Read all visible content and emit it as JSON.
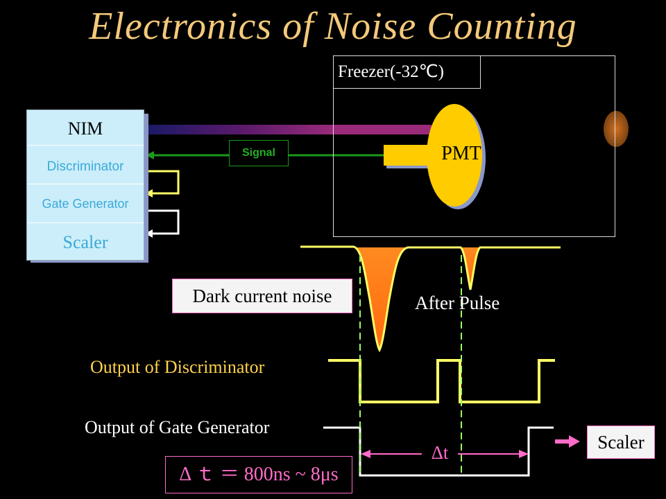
{
  "title": "Electronics of Noise Counting",
  "freezer": {
    "label": "Freezer(-32℃)"
  },
  "pmt": {
    "label": "PMT"
  },
  "nim": {
    "title": "NIM",
    "modules": [
      "Discriminator",
      "Gate Generator",
      "Scaler"
    ]
  },
  "signal": {
    "label": "Signal"
  },
  "waveform": {
    "dark_current_label": "Dark current noise",
    "after_pulse_label": "After Pulse"
  },
  "outputs": {
    "discriminator_label": "Output of  Discriminator",
    "gate_generator_label": "Output of Gate Generator"
  },
  "scaler_target": {
    "label": "Scaler"
  },
  "delta_t": {
    "label": "Δt",
    "formula": "Δ ｔ ＝ 800ns ~ 8μs"
  },
  "colors": {
    "title": "#f4c97a",
    "pulse": "#ff7f1a",
    "trace": "#ffff66",
    "signal_line": "#1b9a1b",
    "pmt": "#ffcc00",
    "annotation": "#ff6cc8",
    "nim_text": "#3aa9d9",
    "nim_background": "#cceefa"
  }
}
